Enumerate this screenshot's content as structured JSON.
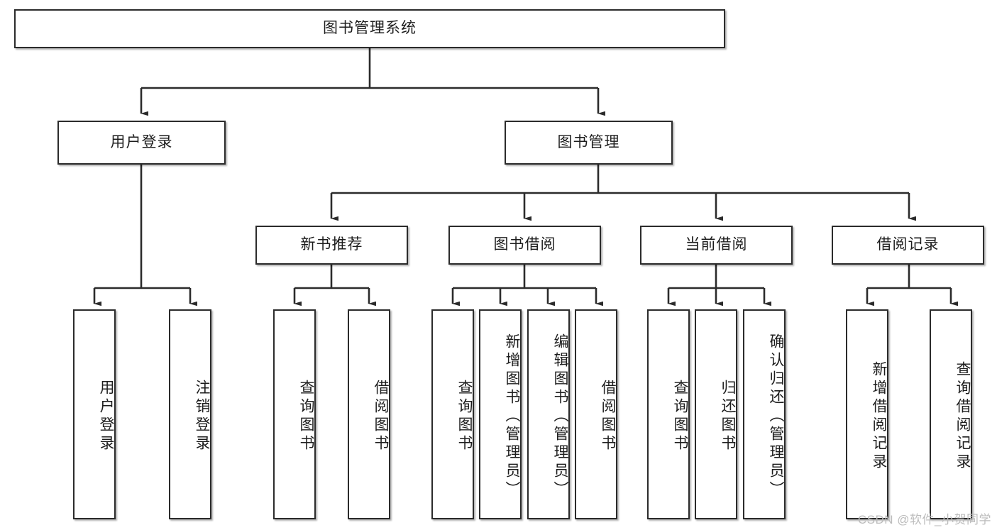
{
  "diagram": {
    "type": "tree",
    "title": "图书管理系统",
    "colors": {
      "box_border": "#2b2b2b",
      "box_fill": "#ffffff",
      "connector": "#2b2b2b",
      "text": "#1d1d1d",
      "watermark": "#bcbcbc",
      "background": "#ffffff"
    },
    "root": {
      "label": "图书管理系统",
      "orientation": "horizontal"
    },
    "level2": [
      {
        "label": "用户登录",
        "orientation": "horizontal"
      },
      {
        "label": "图书管理",
        "orientation": "horizontal"
      }
    ],
    "level3": [
      {
        "label": "新书推荐",
        "orientation": "horizontal"
      },
      {
        "label": "图书借阅",
        "orientation": "horizontal"
      },
      {
        "label": "当前借阅",
        "orientation": "horizontal"
      },
      {
        "label": "借阅记录",
        "orientation": "horizontal"
      }
    ],
    "leaves": {
      "user_login": [
        {
          "label": "用户登录",
          "orientation": "vertical"
        },
        {
          "label": "注销登录",
          "orientation": "vertical"
        }
      ],
      "new_book_recommend": [
        {
          "label": "查询图书",
          "orientation": "vertical"
        },
        {
          "label": "借阅图书",
          "orientation": "vertical"
        }
      ],
      "book_borrow": [
        {
          "label": "查询图书",
          "orientation": "vertical"
        },
        {
          "label": "新增图书（管理员）",
          "orientation": "vertical"
        },
        {
          "label": "编辑图书（管理员）",
          "orientation": "vertical"
        },
        {
          "label": "借阅图书",
          "orientation": "vertical"
        }
      ],
      "current_borrow": [
        {
          "label": "查询图书",
          "orientation": "vertical"
        },
        {
          "label": "归还图书",
          "orientation": "vertical"
        },
        {
          "label": "确认归还（管理员）",
          "orientation": "vertical"
        }
      ],
      "borrow_record": [
        {
          "label": "新增借阅记录",
          "orientation": "vertical"
        },
        {
          "label": "查询借阅记录",
          "orientation": "vertical"
        }
      ]
    },
    "watermark": "CSDN @软件_小贺同学"
  }
}
